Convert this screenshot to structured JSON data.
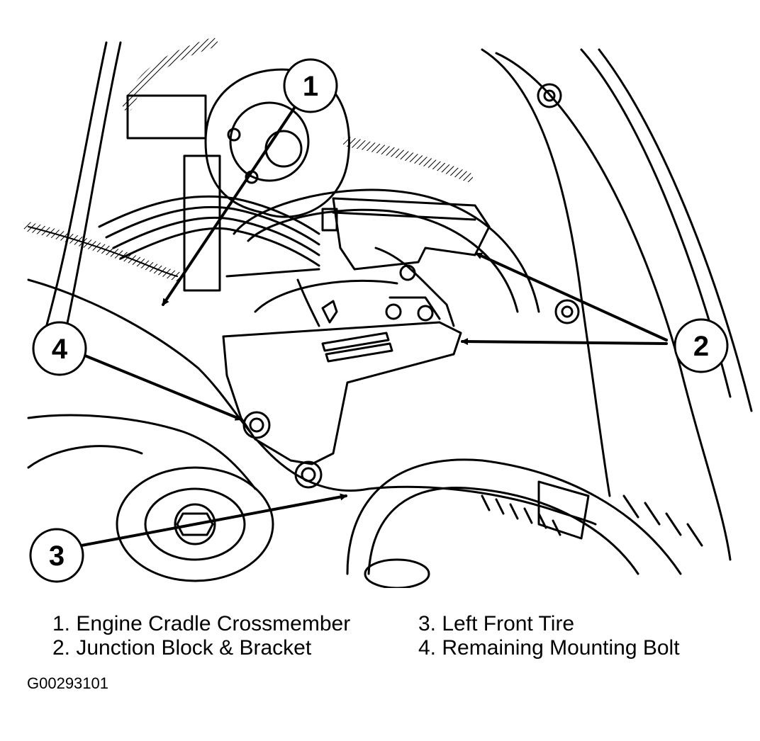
{
  "callouts": [
    "1",
    "2",
    "3",
    "4"
  ],
  "legend": [
    {
      "number": "1.",
      "text": "Engine Cradle Crossmember"
    },
    {
      "number": "2.",
      "text": "Junction Block & Bracket"
    },
    {
      "number": "3.",
      "text": "Left Front Tire"
    },
    {
      "number": "4.",
      "text": "Remaining Mounting Bolt"
    }
  ],
  "figure_id": "G00293101",
  "colors": {
    "ink": "#000000",
    "paper": "#ffffff"
  }
}
